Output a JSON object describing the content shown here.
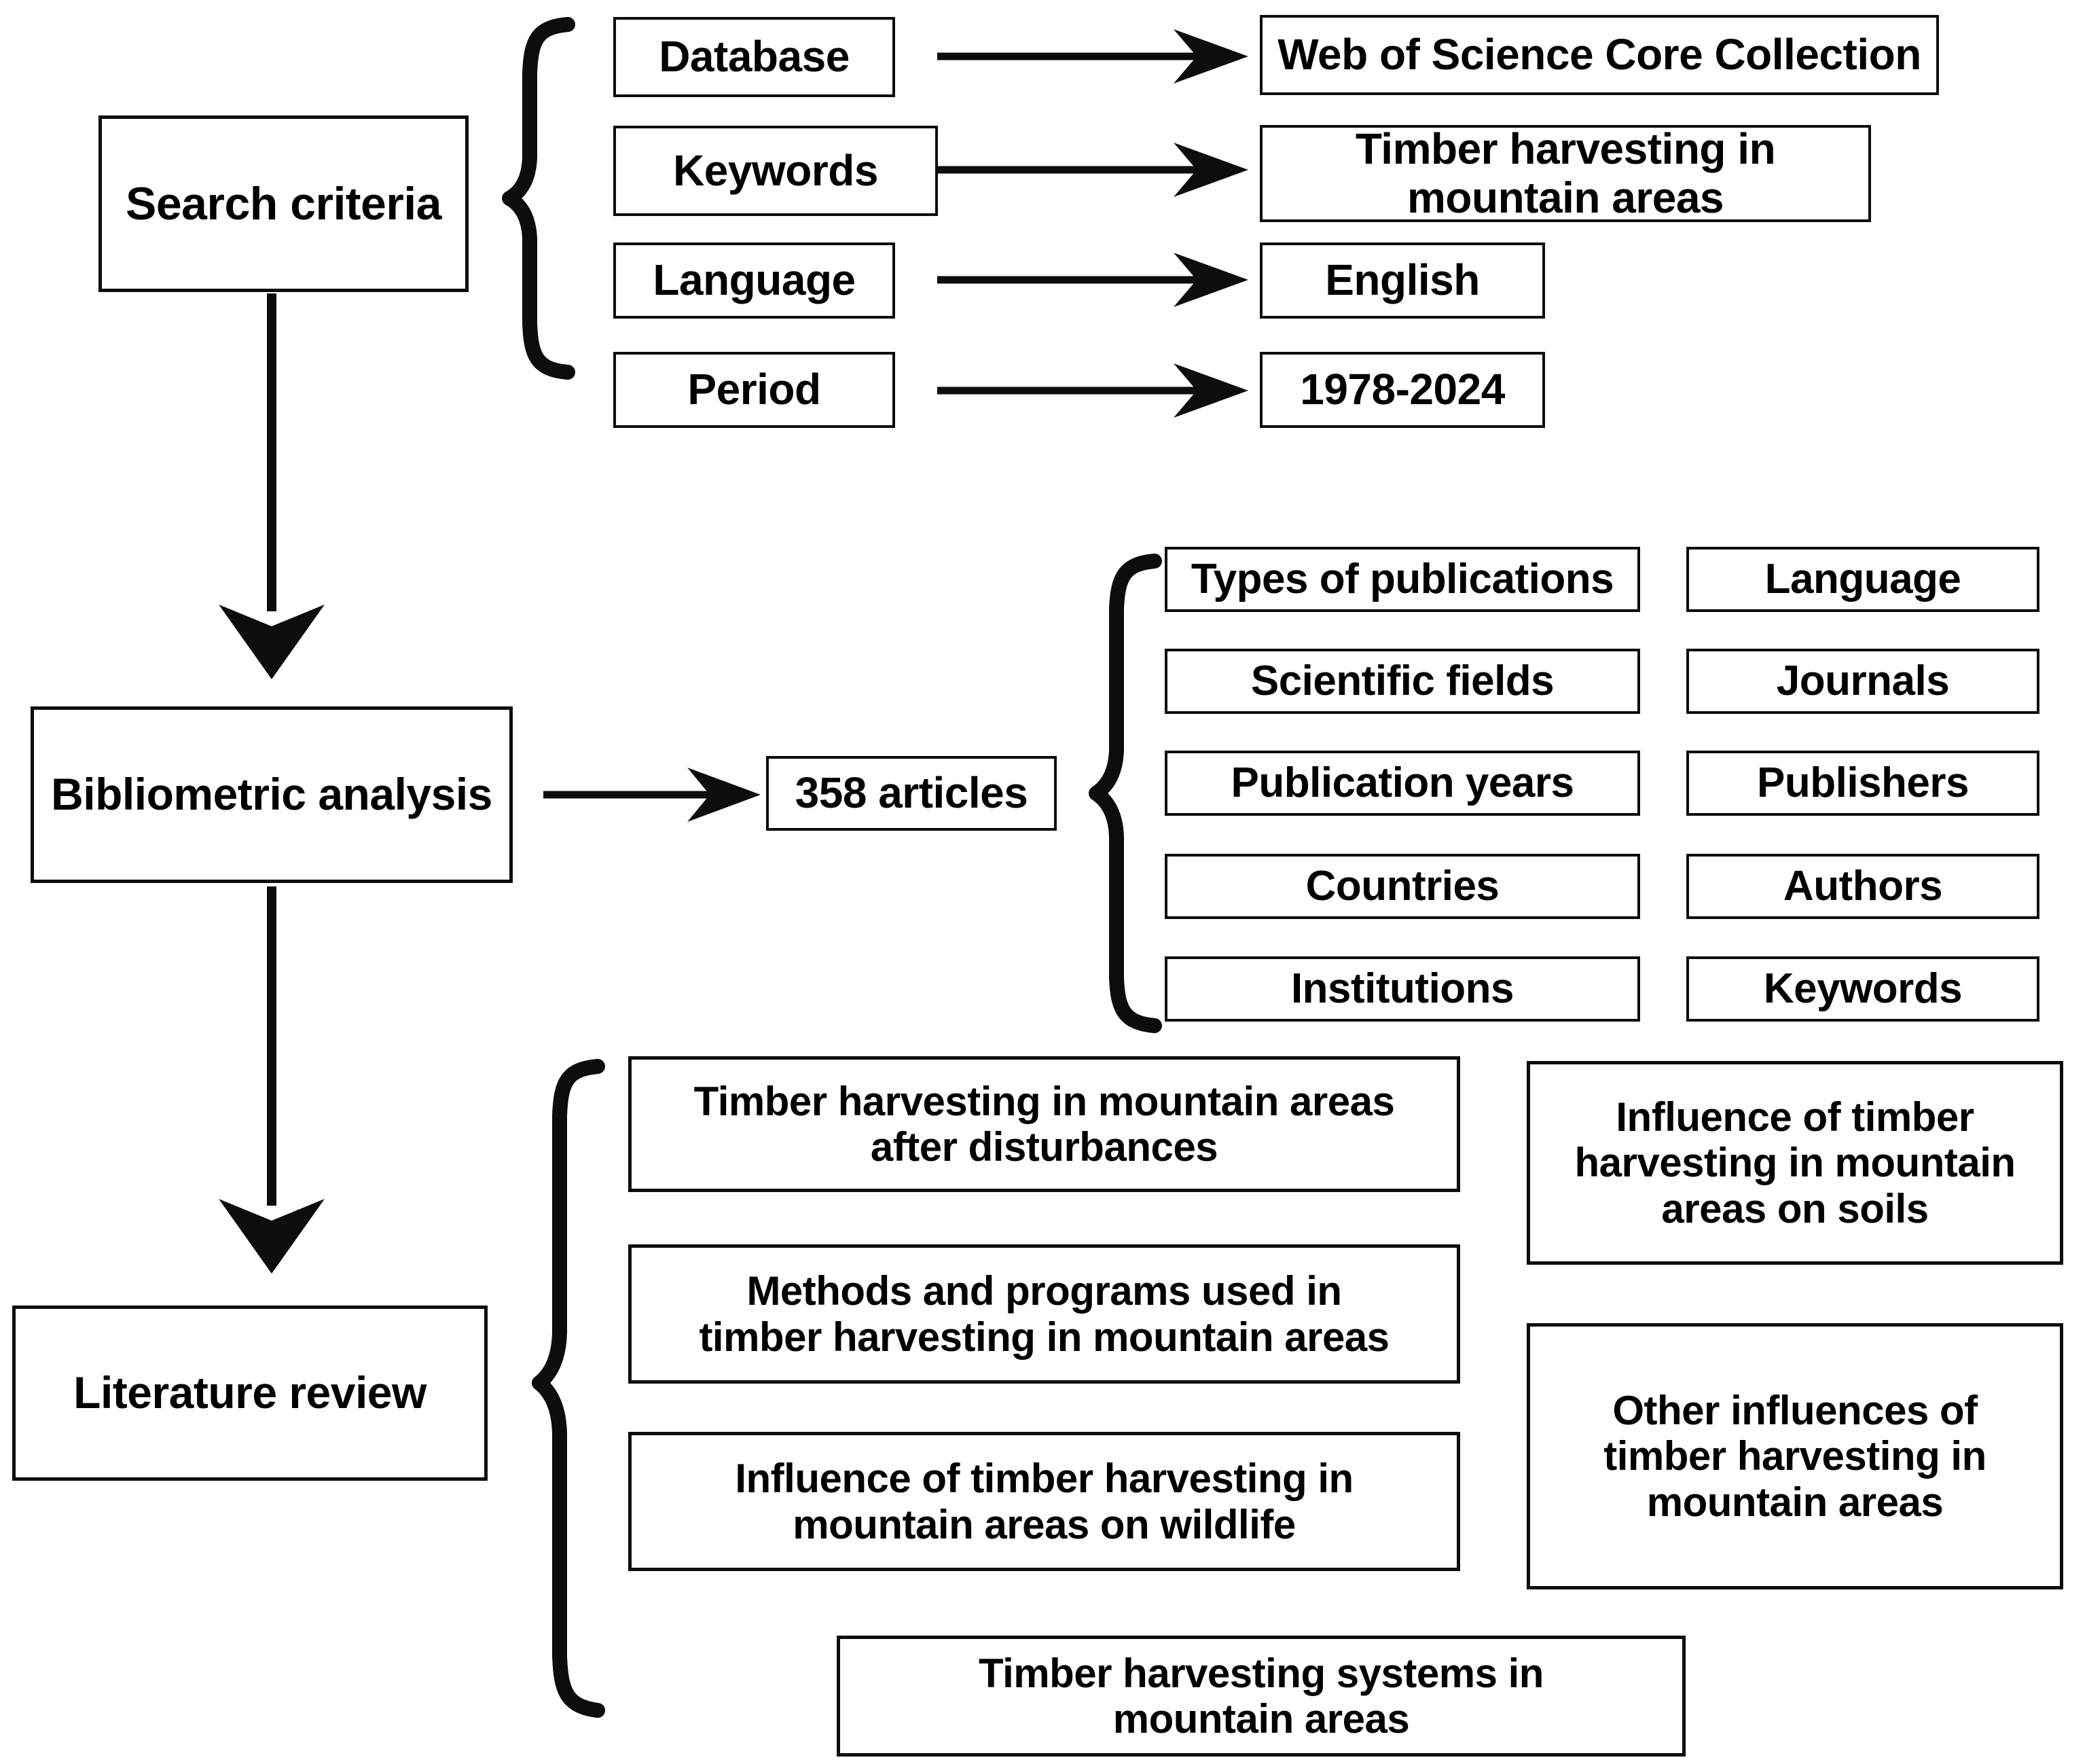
{
  "diagram": {
    "title": "Literature review methodology flowchart",
    "stroke_color": "#0d0d0d",
    "background_color": "#ffffff"
  },
  "stages": {
    "search_criteria": "Search criteria",
    "bibliometric_analysis": "Bibliometric analysis",
    "literature_review": "Literature review"
  },
  "search_criteria": {
    "criteria": [
      {
        "label": "Database",
        "value": "Web of Science Core Collection"
      },
      {
        "label": "Keywords",
        "value": "Timber harvesting in\nmountain areas"
      },
      {
        "label": "Language",
        "value": "English"
      },
      {
        "label": "Period",
        "value": "1978-2024"
      }
    ]
  },
  "bibliometric": {
    "result_count": "358 articles",
    "categories_left": [
      "Types of publications",
      "Scientific fields",
      "Publication years",
      "Countries",
      "Institutions"
    ],
    "categories_right": [
      "Language",
      "Journals",
      "Publishers",
      "Authors",
      "Keywords"
    ]
  },
  "literature_review": {
    "topics_left": [
      "Timber harvesting in mountain areas\nafter disturbances",
      "Methods and programs used in\ntimber harvesting in mountain areas",
      "Influence of timber harvesting in\nmountain areas on wildlife"
    ],
    "topics_right": [
      "Influence of timber\nharvesting in mountain\nareas on soils",
      "Other influences of\ntimber harvesting in\nmountain areas"
    ],
    "topic_bottom": "Timber harvesting systems in\nmountain areas"
  }
}
